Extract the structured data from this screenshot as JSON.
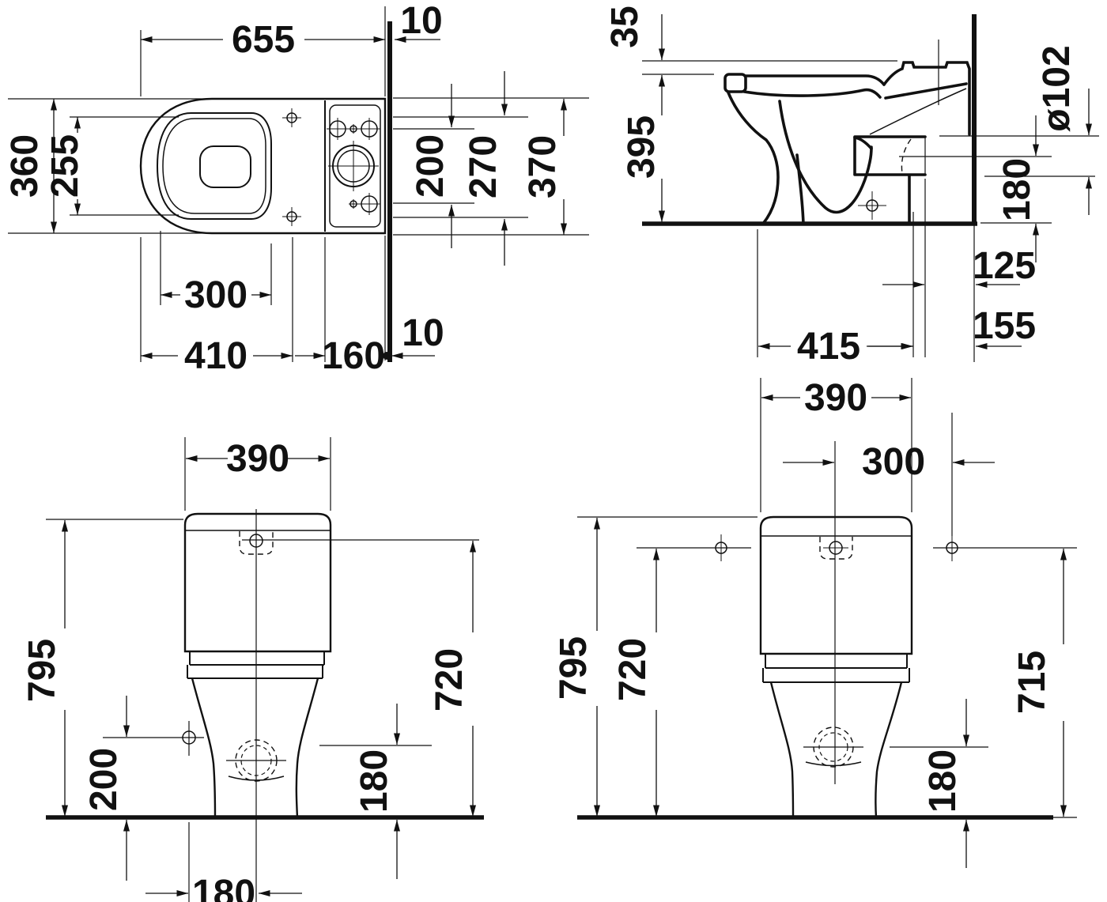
{
  "meta": {
    "type": "technical dimensional drawing",
    "subject": "close-coupled floor-standing toilet, four orthographic views",
    "line_color": "#111111",
    "background_color": "#ffffff"
  },
  "views": {
    "plan": {
      "name": "top view",
      "dims": {
        "length": "655",
        "gap_top": "10",
        "width": "360",
        "seat_width": "255",
        "holes_span": "200",
        "tank_span": "270",
        "overall_span": "370",
        "drain_width": "300",
        "front_to_hinge": "410",
        "hinge_to_wall": "160",
        "gap_bottom": "10"
      }
    },
    "side": {
      "name": "side section view",
      "dims": {
        "lid_drop": "35",
        "bowl_height": "395",
        "outlet_diameter": "ø102",
        "outlet_center_height": "180",
        "outlet_back_to_wall": "125",
        "trap_back_to_wall": "155",
        "foot_depth": "415"
      }
    },
    "front": {
      "name": "front view",
      "dims": {
        "tank_width": "390",
        "total_height": "795",
        "tank_top_height": "720",
        "fixing_hole_height": "200",
        "outlet_center_height": "180",
        "fixing_to_center": "180"
      }
    },
    "rear": {
      "name": "rear view",
      "dims": {
        "tank_width": "390",
        "center_to_hole": "300",
        "total_height": "795",
        "tank_top_height": "720",
        "fixing_hole_height": "715",
        "outlet_center_height": "180"
      }
    }
  }
}
